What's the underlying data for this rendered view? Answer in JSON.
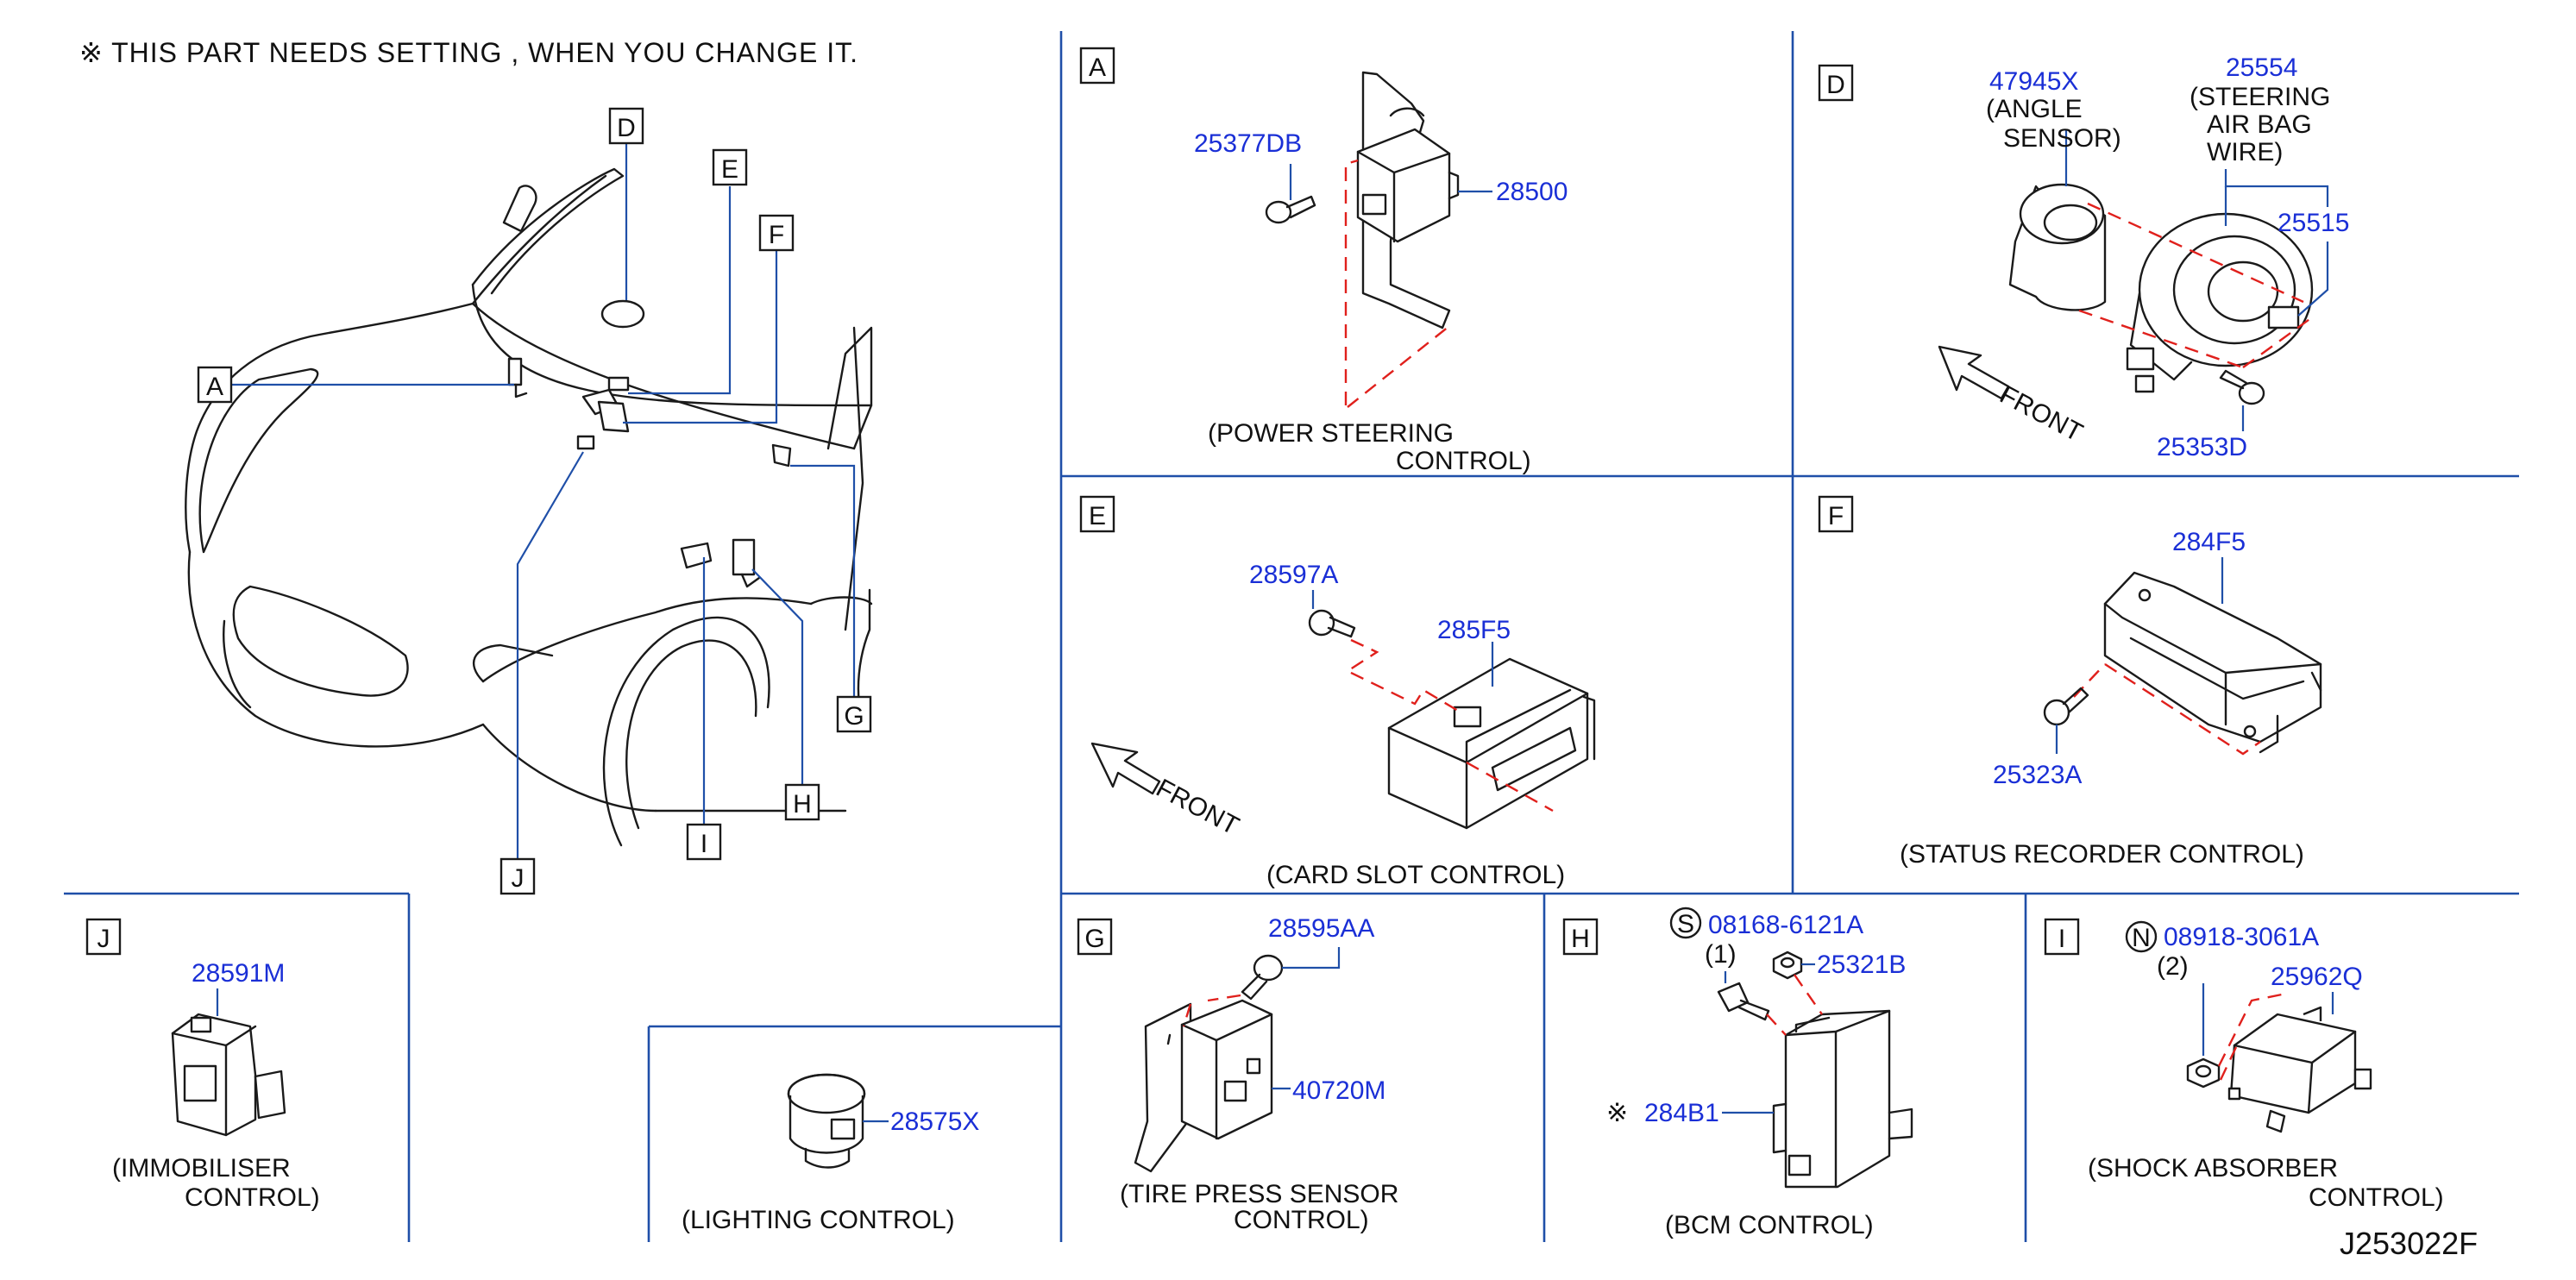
{
  "note": "※ THIS  PART  NEEDS  SETTING  ,  WHEN  YOU  CHANGE  IT.",
  "overview_callouts": [
    "A",
    "D",
    "E",
    "F",
    "G",
    "H",
    "I",
    "J"
  ],
  "panels": {
    "A": {
      "letter": "A",
      "parts": [
        "25377DB",
        "28500"
      ],
      "caption": [
        "(POWER   STEERING",
        "CONTROL)"
      ]
    },
    "D": {
      "letter": "D",
      "parts": [
        "47945X",
        "25554",
        "25515",
        "25353D"
      ],
      "labels": {
        "angle": [
          "(ANGLE",
          "SENSOR)"
        ],
        "airbag": [
          "(STEERING",
          "AIR   BAG",
          "WIRE)"
        ],
        "front": "FRONT"
      }
    },
    "E": {
      "letter": "E",
      "parts": [
        "28597A",
        "285F5"
      ],
      "front": "FRONT",
      "caption": [
        "(CARD   SLOT   CONTROL)"
      ]
    },
    "F": {
      "letter": "F",
      "parts": [
        "284F5",
        "25323A"
      ],
      "caption": [
        "(STATUS   RECORDER   CONTROL)"
      ]
    },
    "J": {
      "letter": "J",
      "parts": [
        "28591M"
      ],
      "caption": [
        "(IMMOBILISER",
        "CONTROL)"
      ]
    },
    "L": {
      "parts": [
        "28575X"
      ],
      "caption": [
        "(LIGHTING   CONTROL)"
      ]
    },
    "G": {
      "letter": "G",
      "parts": [
        "28595AA",
        "40720M"
      ],
      "caption": [
        "(TIRE   PRESS   SENSOR",
        "CONTROL)"
      ]
    },
    "H": {
      "letter": "H",
      "parts": [
        "08168-6121A",
        "25321B",
        "284B1"
      ],
      "qty": "(1)",
      "symbol": "S",
      "mark": "※",
      "caption": [
        "(BCM   CONTROL)"
      ]
    },
    "I": {
      "letter": "I",
      "parts": [
        "08918-3061A",
        "25962Q"
      ],
      "qty": "(2)",
      "symbol": "N",
      "caption": [
        "(SHOCK   ABSORBER",
        "CONTROL)"
      ]
    }
  },
  "diagram_code": "J253022F"
}
